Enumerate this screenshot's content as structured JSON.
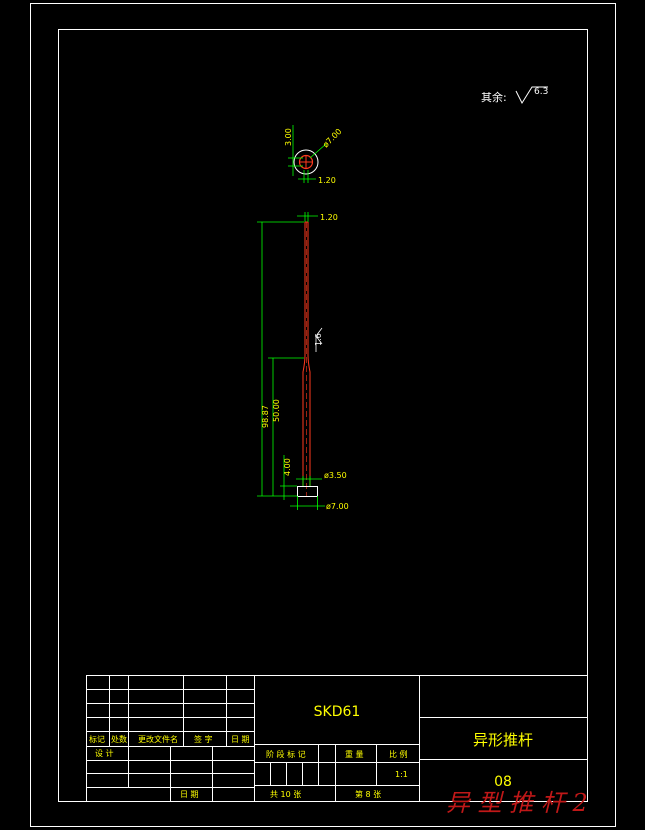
{
  "surface_finish_note": {
    "label": "其余:",
    "value": "6.3"
  },
  "top_view": {
    "dim_height": "3.00",
    "dim_diameter": "ø7.00",
    "dim_width": "1.20"
  },
  "side_view": {
    "dim_tip": "1.20",
    "roughness": "1.6",
    "dim_total_length": "98.87",
    "dim_mid_length": "50.00",
    "dim_head_length": "4.00",
    "dim_shank_diameter": "ø3.50",
    "dim_head_diameter": "ø7.00"
  },
  "title_block": {
    "material": "SKD61",
    "part_name": "异形推杆",
    "drawing_no": "08",
    "row_labels": [
      "标记",
      "处数",
      "更改文件名",
      "签 字",
      "日 期"
    ],
    "design_label": "设 计",
    "date_label": "日 期",
    "stage_label": "阶 段 标 记",
    "weight_label": "重 量",
    "scale_label": "比 例",
    "scale_value": "1:1",
    "total_sheets": "共  10  张",
    "sheet_no": "第  8  张"
  },
  "watermark": "异 型 推 杆 2",
  "colors": {
    "lines": "#ffffff",
    "dimensions": "#00ff00",
    "text": "#ffff00",
    "part": "#ff3a1e",
    "watermark": "#c01818"
  }
}
